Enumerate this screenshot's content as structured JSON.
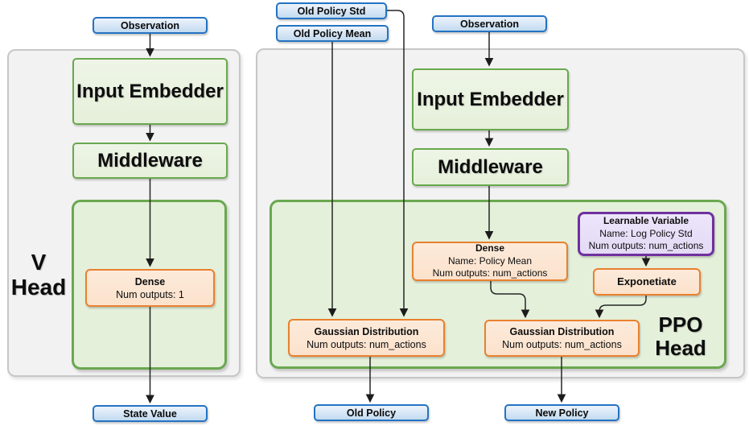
{
  "colors": {
    "blue_border": "#2473c2",
    "blue_fill": "#d6e6f6",
    "green_border": "#6aa84f",
    "green_fill": "#e5f0da",
    "orange_border": "#e8812f",
    "orange_fill": "#fce6d2",
    "purple_border": "#7030a0",
    "purple_fill": "#e8e1f8",
    "panel_fill": "#f2f2f2",
    "arrow": "#262626"
  },
  "left": {
    "observation": "Observation",
    "input_embedder": "Input Embedder",
    "middleware": "Middleware",
    "head_line1": "V",
    "head_line2": "Head",
    "dense": {
      "title": "Dense",
      "outputs": "Num outputs: 1"
    },
    "state_value": "State Value"
  },
  "right": {
    "old_policy_std": "Old Policy Std",
    "old_policy_mean": "Old Policy Mean",
    "observation": "Observation",
    "input_embedder": "Input Embedder",
    "middleware": "Middleware",
    "head_line1": "PPO",
    "head_line2": "Head",
    "dense_policy_mean": {
      "title": "Dense",
      "name": "Name: Policy Mean",
      "outputs": "Num outputs: num_actions"
    },
    "learnable_variable": {
      "title": "Learnable Variable",
      "name": "Name: Log Policy Std",
      "outputs": "Num outputs: num_actions"
    },
    "exponetiate": "Exponetiate",
    "gaussian_left": {
      "title": "Gaussian Distribution",
      "outputs": "Num outputs: num_actions"
    },
    "gaussian_right": {
      "title": "Gaussian Distribution",
      "outputs": "Num outputs: num_actions"
    },
    "old_policy": "Old Policy",
    "new_policy": "New Policy"
  }
}
